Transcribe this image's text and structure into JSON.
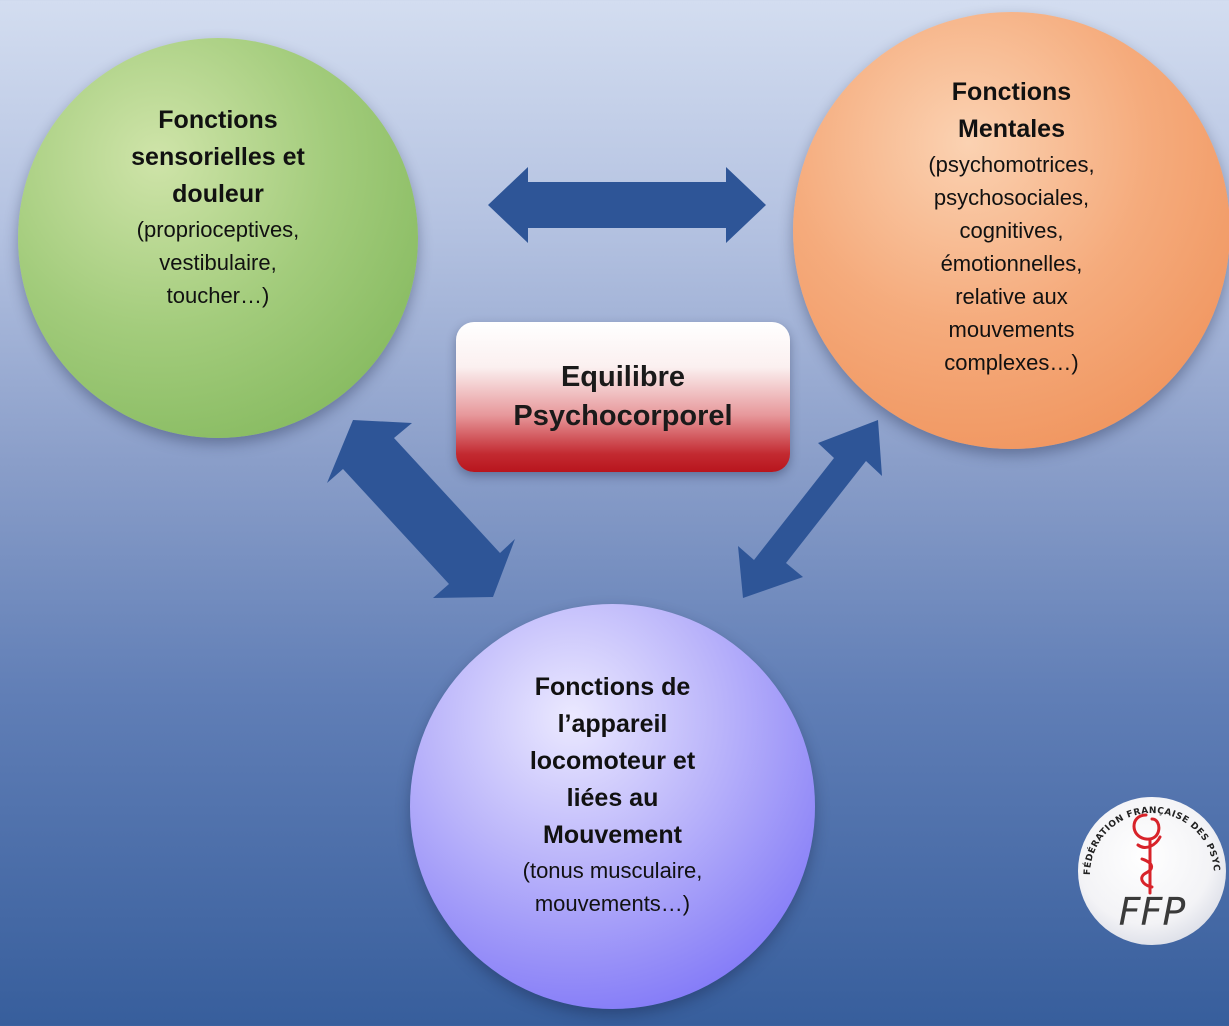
{
  "nodes": {
    "sensory": {
      "title_lines": [
        "Fonctions",
        "sensorielles et",
        "douleur"
      ],
      "detail_lines": [
        "(proprioceptives,",
        "vestibulaire,",
        "toucher…)"
      ],
      "color": "#9ac46f"
    },
    "mental": {
      "title_lines": [
        "Fonctions",
        "Mentales"
      ],
      "detail_lines": [
        "(psychomotrices,",
        "psychosociales,",
        "cognitives,",
        "émotionnelles,",
        "relative aux",
        "mouvements",
        "complexes…)"
      ],
      "color": "#f29a63"
    },
    "locomotor": {
      "title_lines": [
        "Fonctions de",
        "l’appareil",
        "locomoteur et",
        "liées au",
        "Mouvement"
      ],
      "detail_lines": [
        "(tonus musculaire,",
        "mouvements…)"
      ],
      "color": "#7a70f5"
    }
  },
  "center": {
    "lines": [
      "Equilibre",
      "Psychocorporel"
    ],
    "color": "#c0202a"
  },
  "arrows": {
    "color": "#2e5597",
    "links": [
      "sensory-mental",
      "sensory-locomotor",
      "mental-locomotor"
    ]
  },
  "logo": {
    "ring_text": "FÉDÉRATION FRANÇAISE DES PSYCHOMOTRICIENS",
    "monogram": "FFP",
    "accent_color": "#d8232a"
  }
}
